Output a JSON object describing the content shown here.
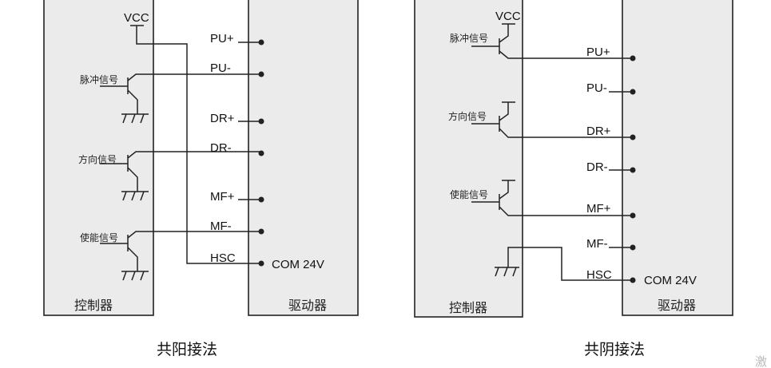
{
  "left": {
    "title": "共阳接法",
    "controller_label": "控制器",
    "driver_label": "驱动器",
    "vcc": "VCC",
    "signals": [
      "脉冲信号",
      "方向信号",
      "使能信号"
    ],
    "terminals": [
      "PU+",
      "PU-",
      "DR+",
      "DR-",
      "MF+",
      "MF-",
      "HSC"
    ],
    "com": "COM 24V"
  },
  "right": {
    "title": "共阴接法",
    "controller_label": "控制器",
    "driver_label": "驱动器",
    "vcc": "VCC",
    "signals": [
      "脉冲信号",
      "方向信号",
      "使能信号"
    ],
    "terminals": [
      "PU+",
      "PU-",
      "DR+",
      "DR-",
      "MF+",
      "MF-",
      "HSC"
    ],
    "com": "COM 24V"
  },
  "watermark": "激"
}
